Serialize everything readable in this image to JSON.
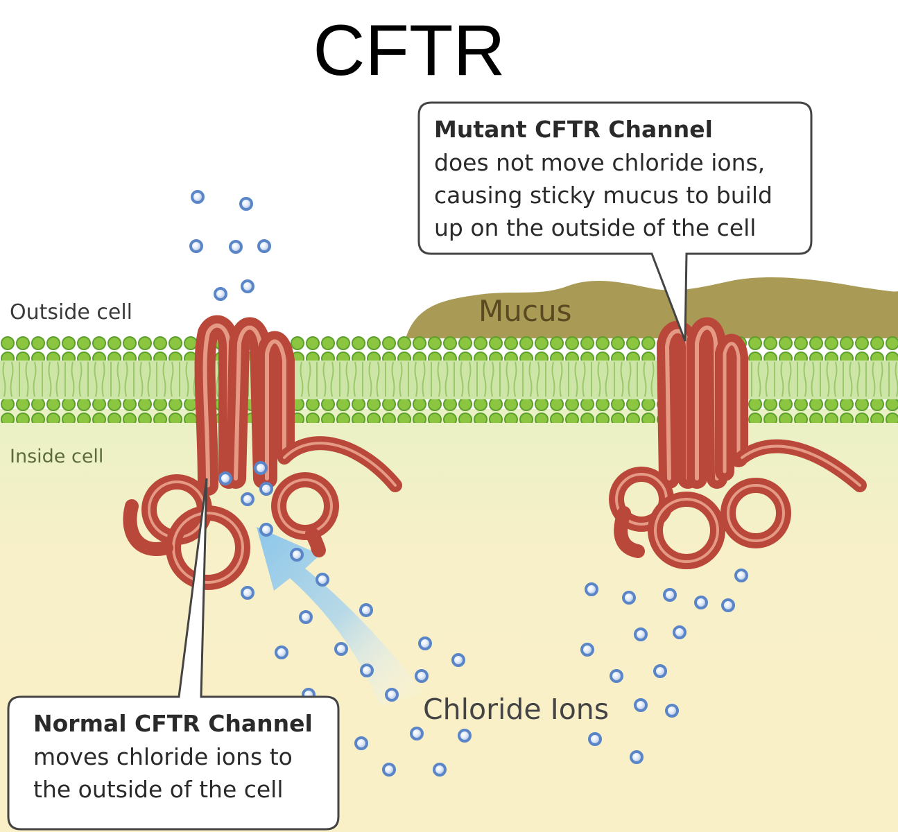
{
  "title": "CFTR",
  "labels": {
    "outside": "Outside cell",
    "inside": "Inside cell",
    "mucus": "Mucus",
    "chloride": "Chloride Ions"
  },
  "callouts": {
    "mutant": {
      "heading": "Mutant CFTR Channel",
      "lines": [
        "does not move chloride ions,",
        "causing sticky mucus to build",
        "up on the outside of the cell"
      ]
    },
    "normal": {
      "heading": "Normal CFTR Channel",
      "lines": [
        "moves chloride ions to",
        "the outside of the cell"
      ]
    }
  },
  "colors": {
    "membrane": "#8cc640",
    "membrane_dark": "#4f9a2a",
    "protein": "#b9473a",
    "protein_light": "#e59a86",
    "cytoplasm": "#faf0c8",
    "mucus": "#a99a56",
    "ion": "#5a86c8",
    "arrow": "#9ccbe8"
  }
}
